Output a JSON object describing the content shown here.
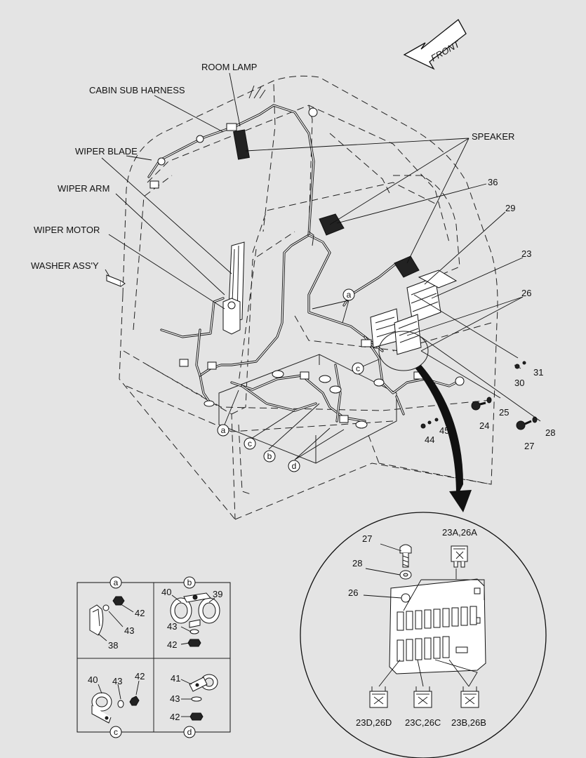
{
  "front_arrow": {
    "text": "FRONT"
  },
  "callouts": {
    "room_lamp": "ROOM LAMP",
    "cabin_sub_harness": "CABIN SUB HARNESS",
    "wiper_blade": "WIPER BLADE",
    "wiper_arm": "WIPER ARM",
    "wiper_motor": "WIPER MOTOR",
    "washer_assy": "WASHER ASS'Y",
    "speaker": "SPEAKER"
  },
  "part_numbers": {
    "p36": "36",
    "p29": "29",
    "p23": "23",
    "p26": "26",
    "p31": "31",
    "p30": "30",
    "p25": "25",
    "p24": "24",
    "p28": "28",
    "p27": "27",
    "p45": "45",
    "p44": "44"
  },
  "clamp_letters": {
    "a_top": "a",
    "c_top": "c",
    "a_bot": "a",
    "c_bot": "c",
    "b_bot": "b",
    "d_bot": "d"
  },
  "fuse_detail": {
    "p27": "27",
    "p28": "28",
    "p26": "26",
    "top_fuse": "23A,26A",
    "bottom_left": "23D,26D",
    "bottom_mid": "23C,26C",
    "bottom_right": "23B,26B"
  },
  "inset_grid": {
    "a": {
      "letter": "a",
      "parts": [
        "42",
        "43",
        "38"
      ]
    },
    "b": {
      "letter": "b",
      "parts": [
        "40",
        "39",
        "43",
        "42"
      ]
    },
    "c": {
      "letter": "c",
      "parts": [
        "40",
        "43",
        "42"
      ]
    },
    "d": {
      "letter": "d",
      "parts": [
        "41",
        "43",
        "42"
      ]
    }
  }
}
